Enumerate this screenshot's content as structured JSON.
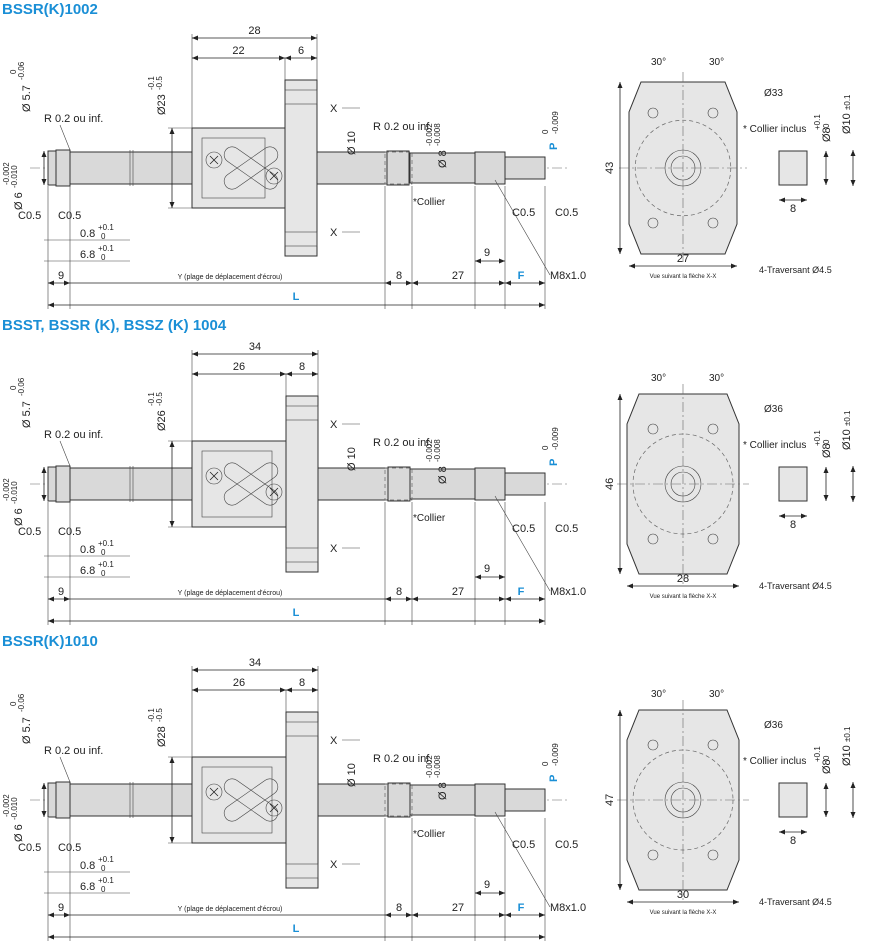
{
  "colors": {
    "accent": "#1a8fd6",
    "line": "#222222",
    "fill": "#e6e6e6"
  },
  "sections": [
    {
      "title": "BSSR(K)1002",
      "nut_len": "28",
      "flange_pos": "22",
      "flange_w": "6",
      "d_nut": "Ø23",
      "nut_tol_top": "-0.1",
      "nut_tol_bot": "-0.5",
      "pitch_circle": "Ø33",
      "height": "43",
      "width": "27"
    },
    {
      "title": "BSST, BSSR (K), BSSZ (K) 1004",
      "nut_len": "34",
      "flange_pos": "26",
      "flange_w": "8",
      "d_nut": "Ø26",
      "nut_tol_top": "-0.1",
      "nut_tol_bot": "-0.5",
      "pitch_circle": "Ø36",
      "height": "46",
      "width": "28"
    },
    {
      "title": "BSSR(K)1010",
      "nut_len": "34",
      "flange_pos": "26",
      "flange_w": "8",
      "d_nut": "Ø28",
      "nut_tol_top": "-0.1",
      "nut_tol_bot": "-0.5",
      "pitch_circle": "Ø36",
      "height": "47",
      "width": "30"
    }
  ],
  "common": {
    "d57": "Ø 5.7",
    "d57_tol_top": "0",
    "d57_tol_bot": "-0.06",
    "d6": "Ø 6",
    "d6_tol_top": "-0.002",
    "d6_tol_bot": "-0.010",
    "r02": "R 0.2 ou inf.",
    "c05": "C0.5",
    "d08": "0.8",
    "d68": "6.8",
    "tol_p01": "+0.1",
    "tol_0": "0",
    "dim9": "9",
    "dim8": "8",
    "dim27": "27",
    "F": "F",
    "L": "L",
    "P": "P",
    "Y": "Y (plage de déplacement d'écrou)",
    "m8": "M8x1.0",
    "d10": "Ø 10",
    "d8": "Ø 8",
    "d8_tol_top": "-0.002",
    "d8_tol_bot": "-0.008",
    "p_tol_top": "0",
    "p_tol_bot": "-0.009",
    "collier": "*Collier",
    "X": "X",
    "angle": "30°",
    "angle2": "30°",
    "collier_inclus": "* Collier inclus",
    "d8c": "Ø8",
    "d8c_top": "+0.1",
    "d8c_bot": "0",
    "d10c": "Ø10",
    "d10c_tol": "±0.1",
    "collar_w": "8",
    "holes": "4-Traversant Ø4.5",
    "view": "Vue suivant la flèche X-X"
  }
}
